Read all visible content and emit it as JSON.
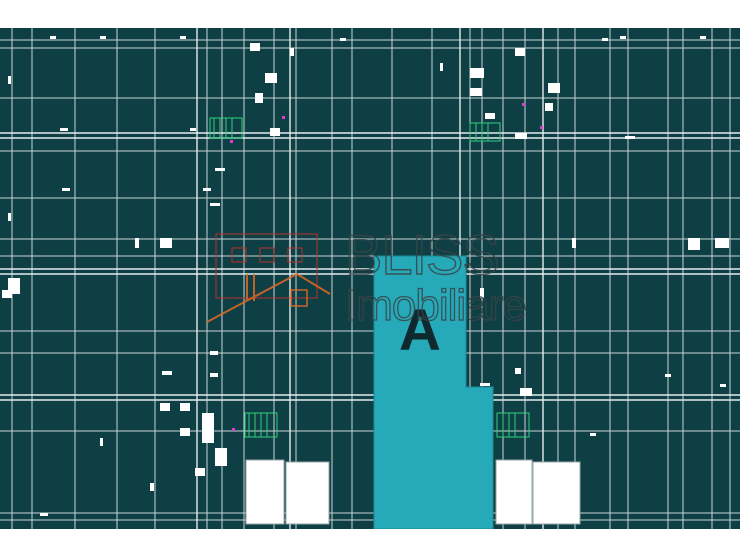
{
  "plan": {
    "highlighted_unit": {
      "label": "A",
      "fill": "#26a9b8"
    },
    "background": "#0e3f45",
    "line_color": "#c8d4d6"
  },
  "watermark": {
    "brand_line1": "BLISS",
    "brand_line2": "Imobiliare",
    "icon": "house-roof-icon",
    "accent": "#e06a24",
    "frame_color": "#b8322c"
  }
}
